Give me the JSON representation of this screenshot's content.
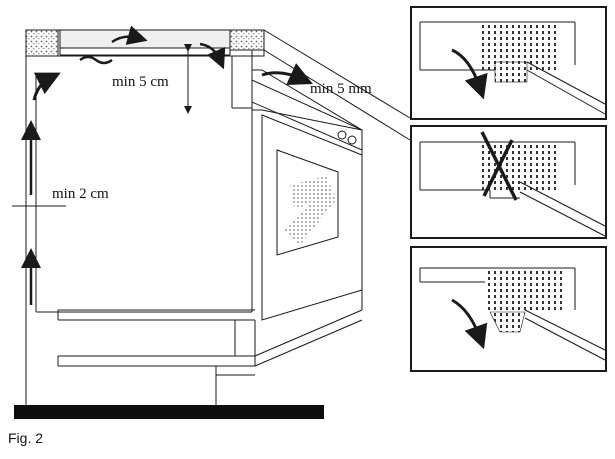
{
  "figure": {
    "caption": "Fig. 2",
    "labels": {
      "top_clearance": "min 5 cm",
      "rear_gap": "min 5 mm",
      "side_clearance": "min 2 cm"
    }
  },
  "colors": {
    "line": "#1a1a1a",
    "floor": "#0d0d0d",
    "background": "#ffffff"
  }
}
